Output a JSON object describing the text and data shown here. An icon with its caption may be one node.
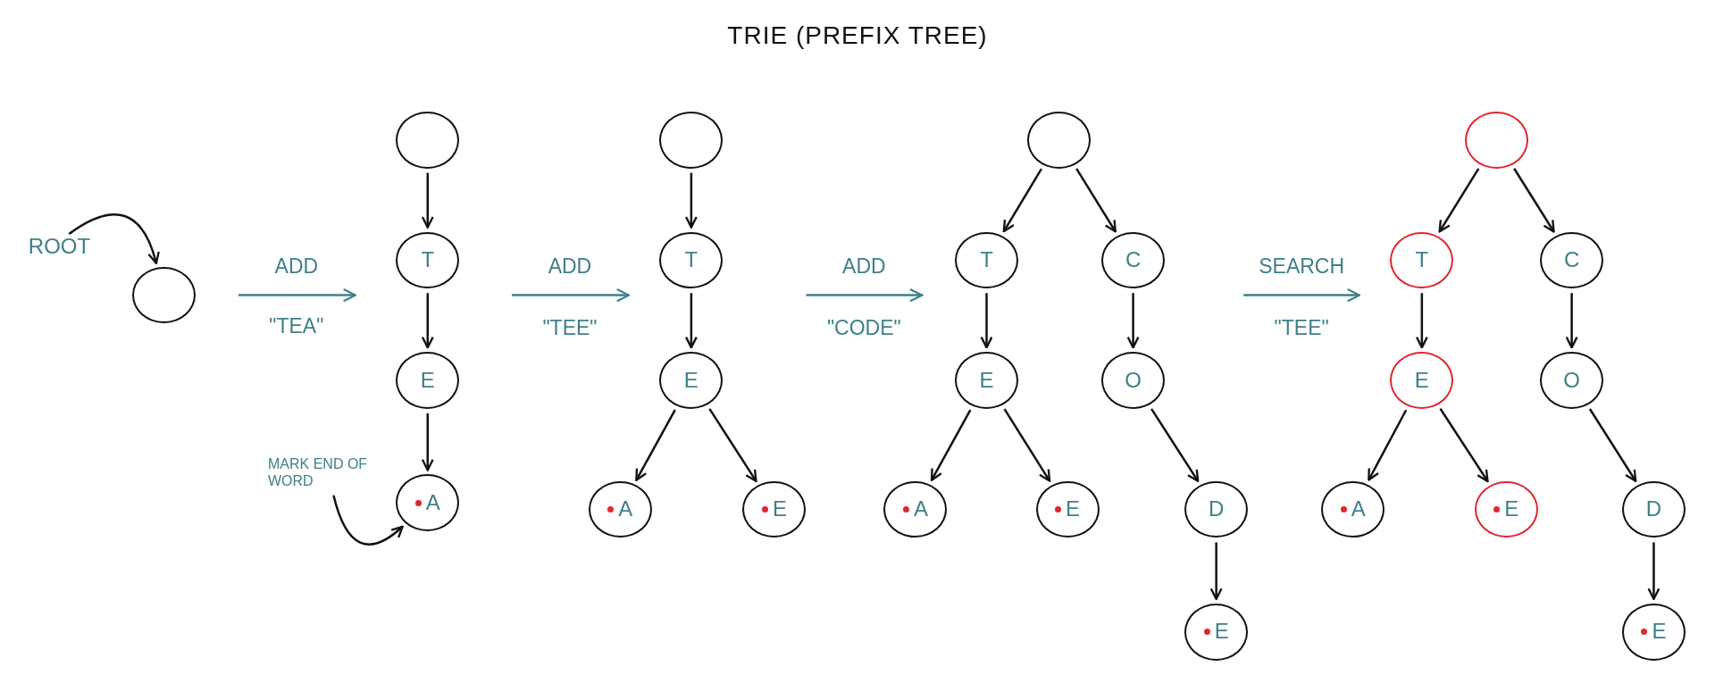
{
  "diagram": {
    "title": "TRIE (PREFIX TREE)",
    "nodes": [
      {
        "text": [
          "ROOT"
        ]
      },
      {
        "text": [],
        "shape": "circle"
      },
      {
        "text": [],
        "shape": "circle"
      },
      {
        "text": [
          "T"
        ]
      },
      {
        "text": [
          "E"
        ]
      },
      {
        "text": [
          "MARK END OF WORD"
        ]
      },
      {
        "text": [
          "A"
        ]
      },
      {
        "text": [],
        "shape": "circle"
      },
      {
        "text": [
          "T"
        ]
      },
      {
        "text": [
          "E"
        ]
      },
      {
        "text": [
          "A"
        ]
      },
      {
        "text": [
          "E"
        ]
      },
      {
        "text": [],
        "shape": "circle"
      },
      {
        "text": [
          "T"
        ]
      },
      {
        "text": [
          "C"
        ]
      },
      {
        "text": [
          "E"
        ]
      },
      {
        "text": [
          "O"
        ]
      },
      {
        "text": [
          "A"
        ]
      },
      {
        "text": [
          "E"
        ]
      },
      {
        "text": [
          "D"
        ]
      },
      {
        "text": [
          "E"
        ]
      },
      {
        "text": [],
        "shape": "circle"
      },
      {
        "text": [
          "T"
        ]
      },
      {
        "text": [
          "C"
        ]
      },
      {
        "text": [
          "E"
        ]
      },
      {
        "text": [
          "O"
        ]
      },
      {
        "text": [
          "A"
        ]
      },
      {
        "text": [
          "E"
        ]
      },
      {
        "text": [
          "D"
        ]
      },
      {
        "text": [
          "E"
        ]
      }
    ],
    "edges": [
      {
        "from": 0,
        "to": 1,
        "arrow": "to"
      },
      {
        "from": 2,
        "to": 3,
        "arrow": "to"
      },
      {
        "from": 3,
        "to": 4,
        "arrow": "to"
      },
      {
        "from": 4,
        "to": 6,
        "arrow": "to"
      },
      {
        "from": 5,
        "to": 6,
        "arrow": "to"
      },
      {
        "from": 7,
        "to": 8,
        "arrow": "to"
      },
      {
        "from": 8,
        "to": 9,
        "arrow": "to"
      },
      {
        "from": 9,
        "to": 10,
        "arrow": "to"
      },
      {
        "from": 9,
        "to": 11,
        "arrow": "to"
      },
      {
        "from": 12,
        "to": 13,
        "arrow": "to"
      },
      {
        "from": 12,
        "to": 14,
        "arrow": "to"
      },
      {
        "from": 13,
        "to": 15,
        "arrow": "to"
      },
      {
        "from": 14,
        "to": 16,
        "arrow": "to"
      },
      {
        "from": 15,
        "to": 17,
        "arrow": "to"
      },
      {
        "from": 15,
        "to": 18,
        "arrow": "to"
      },
      {
        "from": 16,
        "to": 19,
        "arrow": "to"
      },
      {
        "from": 19,
        "to": 20,
        "arrow": "to"
      },
      {
        "from": 21,
        "to": 22,
        "arrow": "to"
      },
      {
        "from": 21,
        "to": 23,
        "arrow": "to"
      },
      {
        "from": 22,
        "to": 24,
        "arrow": "to"
      },
      {
        "from": 23,
        "to": 25,
        "arrow": "to"
      },
      {
        "from": 24,
        "to": 26,
        "arrow": "to"
      },
      {
        "from": 24,
        "to": 27,
        "arrow": "to"
      },
      {
        "from": 25,
        "to": 28,
        "arrow": "to"
      },
      {
        "from": 28,
        "to": 29,
        "arrow": "to"
      }
    ],
    "labels": [
      "ADD",
      "\"TEA\"",
      "ADD",
      "\"TEE\"",
      "ADD",
      "\"CODE\"",
      "SEARCH",
      "\"TEE\""
    ]
  }
}
